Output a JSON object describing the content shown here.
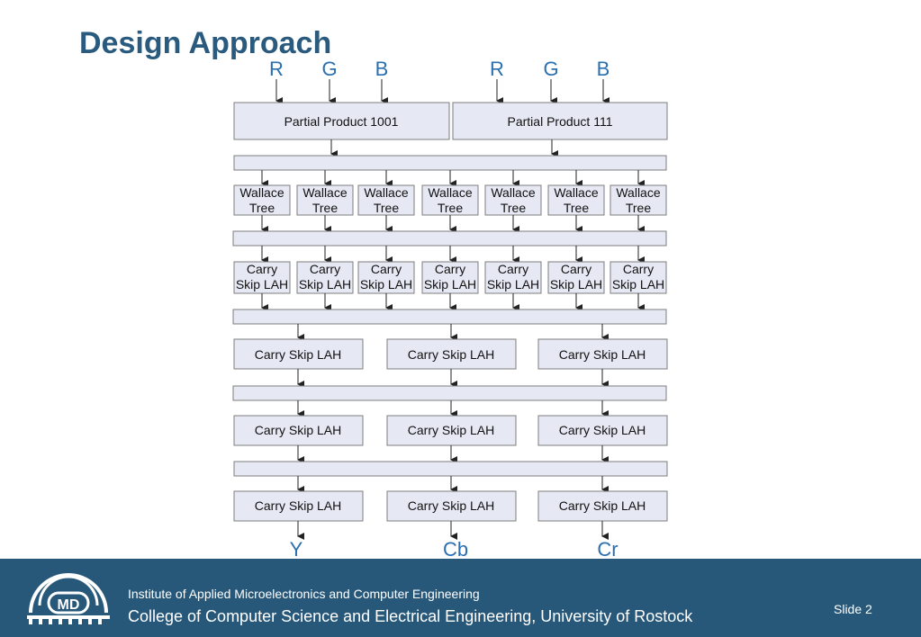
{
  "slide": {
    "title": "Design Approach",
    "footer_line1": "Institute of Applied Microelectronics and Computer Engineering",
    "footer_line2": "College of Computer Science and Electrical Engineering, University of Rostock",
    "slide_number": "Slide 2",
    "logo_text": "MD"
  },
  "diagram": {
    "inputs_left": [
      "R",
      "G",
      "B"
    ],
    "inputs_right": [
      "R",
      "G",
      "B"
    ],
    "partial_products": [
      "Partial Product 1001",
      "Partial Product 111"
    ],
    "wallace": [
      "Wallace",
      "Tree"
    ],
    "carry_small": [
      "Carry",
      "Skip LAH"
    ],
    "carry_label": "Carry Skip LAH",
    "outputs": [
      "Y",
      "Cb",
      "Cr"
    ]
  },
  "colors": {
    "accent": "#27587a",
    "title": "#2a5a7e",
    "io": "#2a6fb0",
    "box_fill": "#e6e9f4"
  }
}
